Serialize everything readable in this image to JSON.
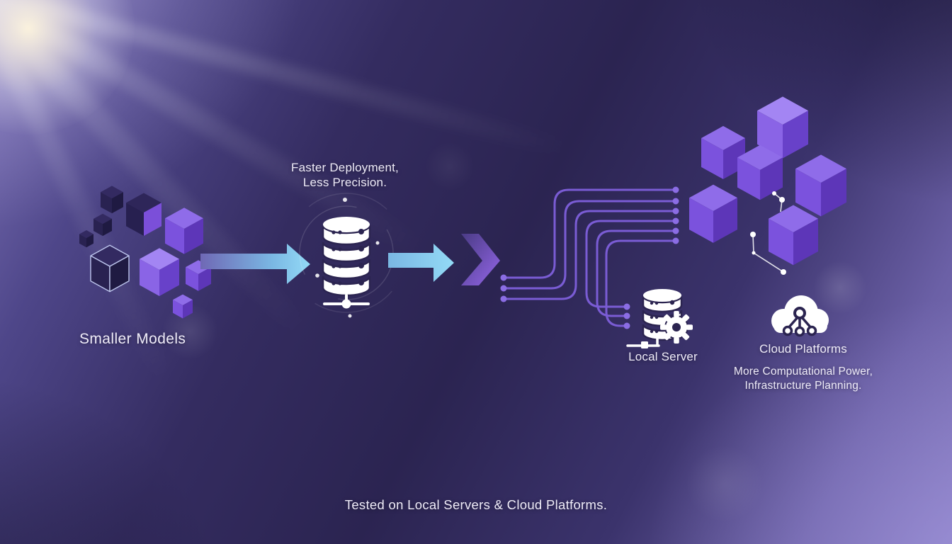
{
  "labels": {
    "middle_caption_line1": "Faster Deployment,",
    "middle_caption_line2": "Less Precision.",
    "smaller_models": "Smaller Models",
    "local_server": "Local Server",
    "cloud_platforms": "Cloud Platforms",
    "cloud_caption_line1": "More Computational Power,",
    "cloud_caption_line2": "Infrastructure Planning.",
    "footer": "Tested on Local Servers & Cloud Platforms."
  },
  "colors": {
    "background_dark": "#2b2450",
    "icon_white": "#ffffff",
    "text": "#efecf8",
    "trace": "#7a5cd4",
    "trace_dot": "#8b6de4",
    "arrow_purple": "#6f68b5",
    "arrow_mid": "#7ab7e3",
    "arrow_blue": "#93daf6",
    "chevron_from": "#4a3b85",
    "chevron_to": "#9466e8",
    "cube_bright": {
      "top": "#8f6ce9",
      "left": "#7b52dd",
      "right": "#5d36b8"
    },
    "cube_xbright": {
      "top": "#a385f3",
      "left": "#8a64e6",
      "right": "#6841c9"
    },
    "cube_dark": {
      "top": "#332a61",
      "left": "#292251",
      "right": "#1f1a42"
    },
    "cube_mixed": {
      "top": "#2e2659",
      "left": "#272050",
      "right": "#7b4fd9"
    },
    "cube_outline_stroke": "#bcc4ec"
  }
}
